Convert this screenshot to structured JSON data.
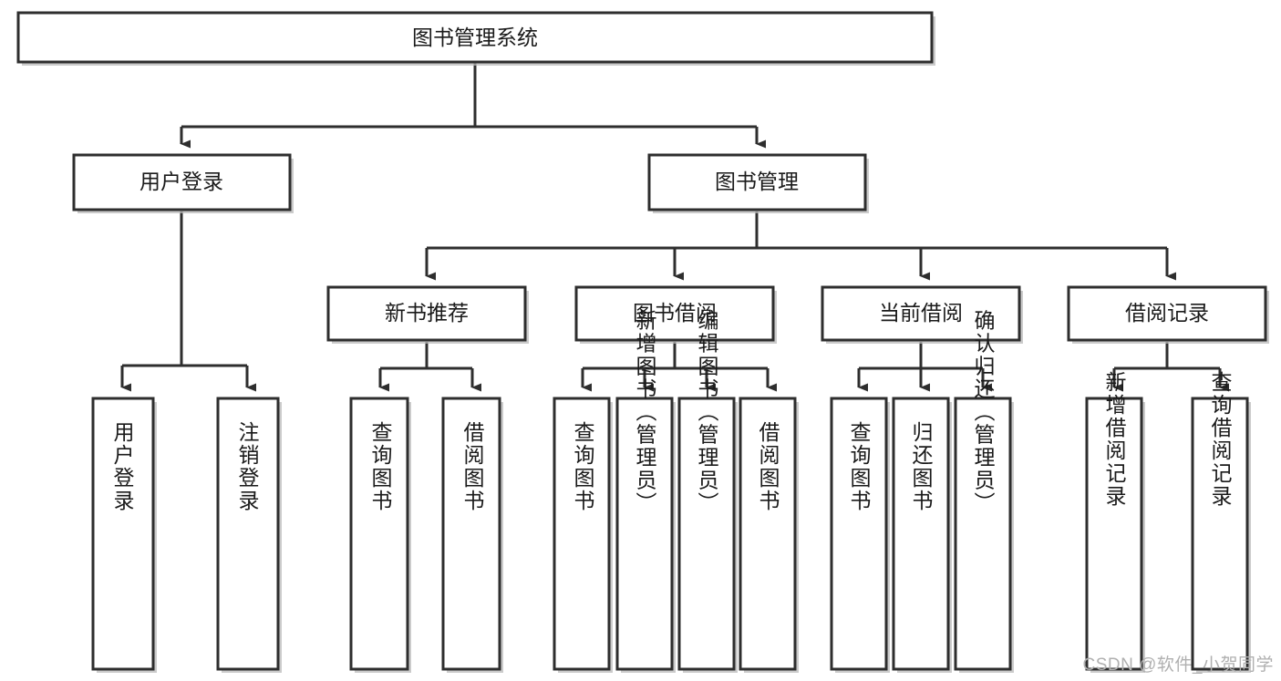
{
  "diagram": {
    "type": "tree-hierarchy",
    "title": "图书管理系统",
    "watermark": "CSDN @软件_小贺同学",
    "colors": {
      "box_fill": "#ffffff",
      "box_stroke": "#2e2e2e",
      "connector": "#2e2e2e",
      "shadow": "#b9b9b9",
      "text": "#1a1a1a",
      "watermark": "#b0b0b0"
    },
    "levels": {
      "root": {
        "label": "图书管理系统"
      },
      "level2": [
        {
          "id": "user-login",
          "label": "用户登录"
        },
        {
          "id": "book-management",
          "label": "图书管理"
        }
      ],
      "level3": [
        {
          "id": "new-book-recommend",
          "label": "新书推荐",
          "parent": "book-management"
        },
        {
          "id": "book-borrow",
          "label": "图书借阅",
          "parent": "book-management"
        },
        {
          "id": "current-borrow",
          "label": "当前借阅",
          "parent": "book-management"
        },
        {
          "id": "borrow-record",
          "label": "借阅记录",
          "parent": "book-management"
        }
      ],
      "leaves": [
        {
          "id": "leaf-user-login",
          "label": "用户登录",
          "parent": "user-login"
        },
        {
          "id": "leaf-logout-login",
          "label": "注销登录",
          "parent": "user-login"
        },
        {
          "id": "leaf-query-book-1",
          "label": "查询图书",
          "parent": "new-book-recommend"
        },
        {
          "id": "leaf-borrow-book-1",
          "label": "借阅图书",
          "parent": "new-book-recommend"
        },
        {
          "id": "leaf-query-book-2",
          "label": "查询图书",
          "parent": "book-borrow"
        },
        {
          "id": "leaf-add-book",
          "label": "新增图书（管理员）",
          "parent": "book-borrow"
        },
        {
          "id": "leaf-edit-book",
          "label": "编辑图书（管理员）",
          "parent": "book-borrow"
        },
        {
          "id": "leaf-borrow-book-2",
          "label": "借阅图书",
          "parent": "book-borrow"
        },
        {
          "id": "leaf-query-book-3",
          "label": "查询图书",
          "parent": "current-borrow"
        },
        {
          "id": "leaf-return-book",
          "label": "归还图书",
          "parent": "current-borrow"
        },
        {
          "id": "leaf-confirm-return",
          "label": "确认归还（管理员）",
          "parent": "current-borrow"
        },
        {
          "id": "leaf-add-record",
          "label": "新增借阅记录",
          "parent": "borrow-record"
        },
        {
          "id": "leaf-query-record",
          "label": "查询借阅记录",
          "parent": "borrow-record"
        }
      ]
    }
  }
}
